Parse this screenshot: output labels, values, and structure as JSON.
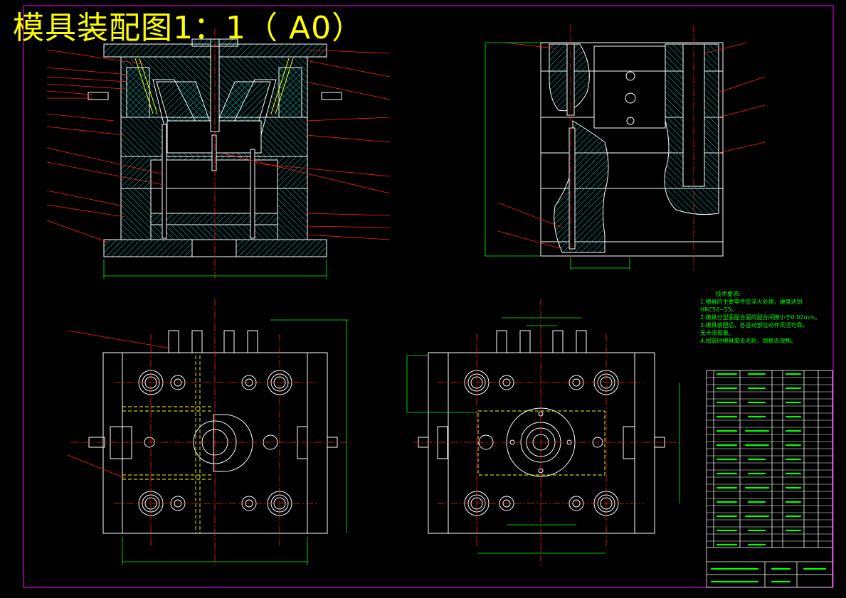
{
  "drawing": {
    "title": "模具装配图1：1（ A0）",
    "colors": {
      "background": "#000000",
      "title": "#ffff00",
      "outline": "#ffffff",
      "hatch": "#00cccc",
      "center_line": "#ff2020",
      "dimension": "#00ff00",
      "leader": "#ff2020",
      "hidden_line": "#ffff00",
      "border": "#ff00ff"
    }
  },
  "tech_notes": {
    "heading": "技术要求:",
    "lines": [
      "1.模具的主要零件应淬火处理，硬度达到",
      "HRC50~55。",
      "2.模具分型面配合面的配合间隙小于0.02mm。",
      "3.模具装配后，各运动部位动作灵活可靠，",
      "无卡滞现象。",
      "4.组装时模具需去毛刺，倒棱去锐角。"
    ]
  }
}
